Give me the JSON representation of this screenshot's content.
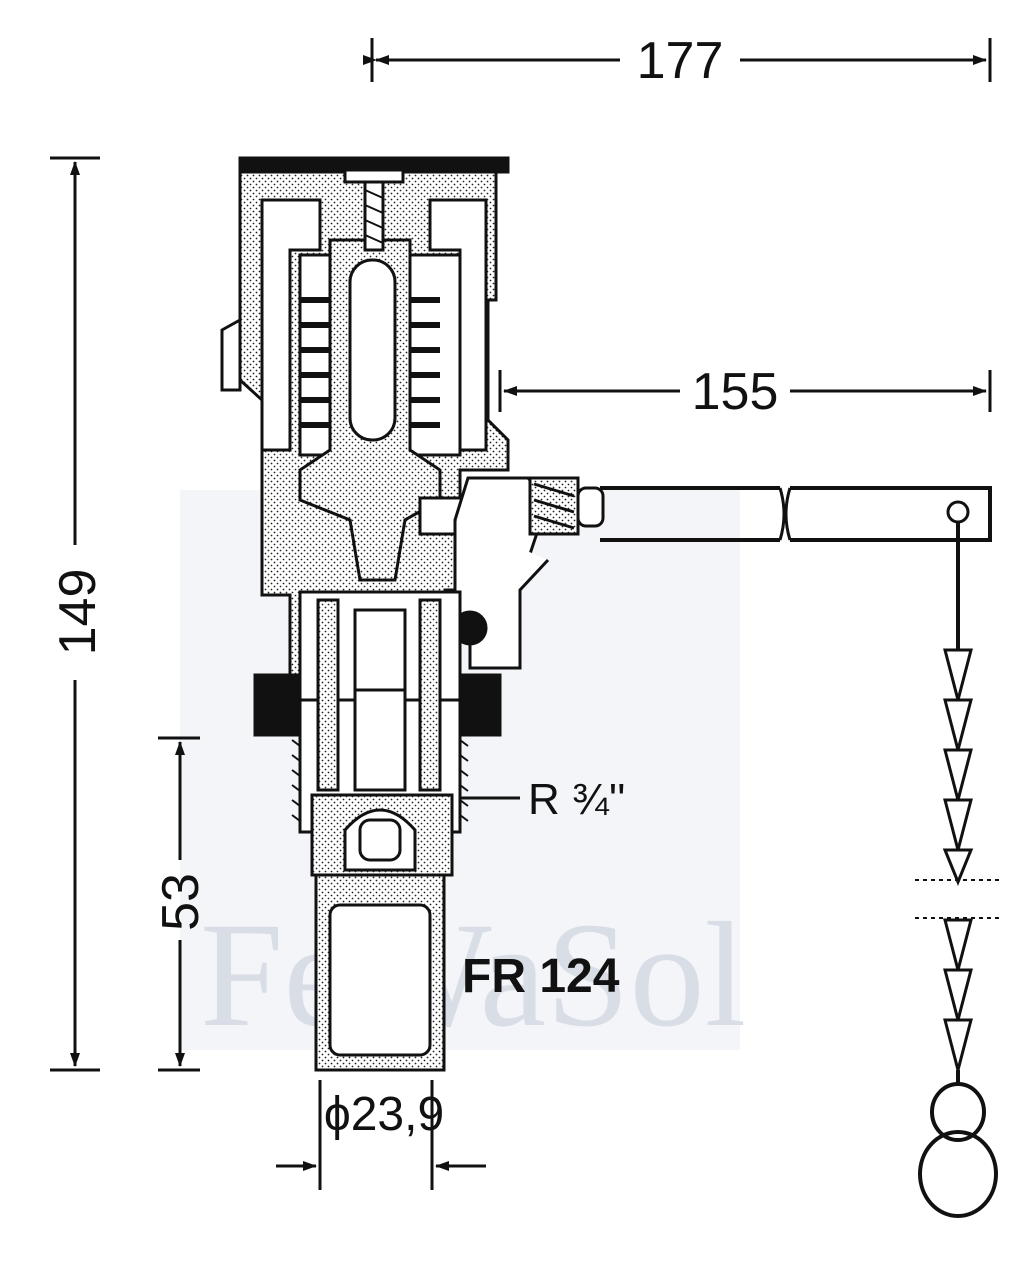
{
  "dimensions": {
    "overall_width": "177",
    "arm_length": "155",
    "overall_height": "149",
    "lower_height": "53",
    "diameter": "ϕ23,9"
  },
  "labels": {
    "thread": "R ¾''",
    "model": "FR 124"
  },
  "watermark": "FeWaSol",
  "colors": {
    "ink": "#111111",
    "background": "#ffffff",
    "watermark": "#d9dde6"
  }
}
